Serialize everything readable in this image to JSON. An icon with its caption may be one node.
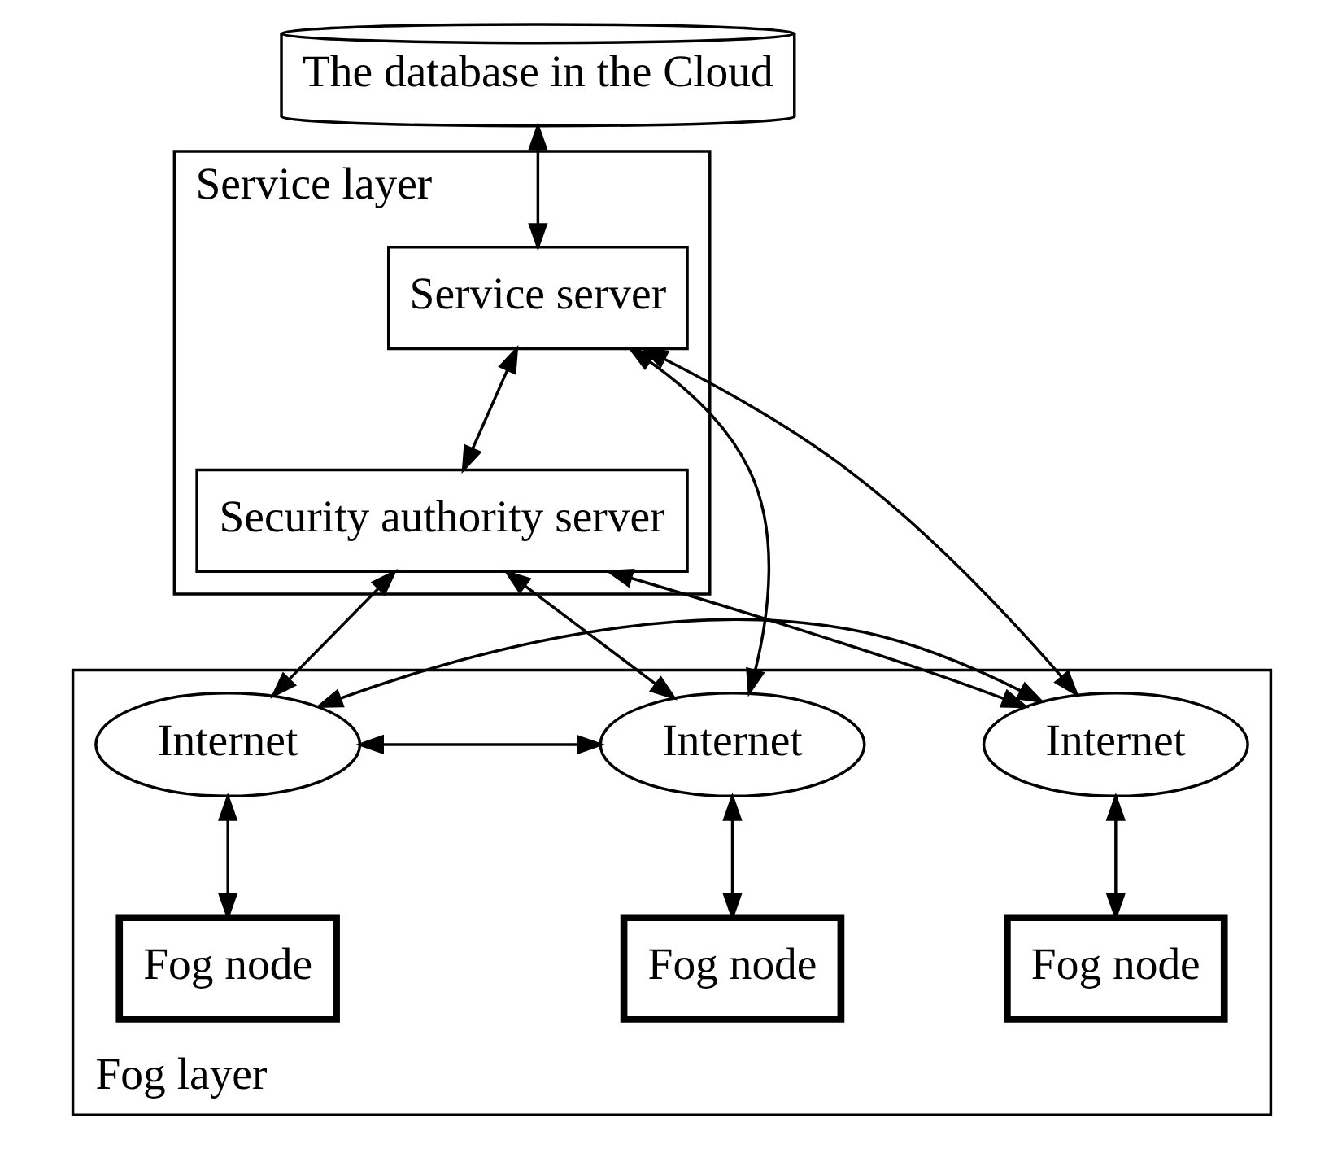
{
  "diagram": {
    "nodes": [
      {
        "text": [
          "The database in the Cloud"
        ]
      },
      {
        "text": [
          "Service layer"
        ]
      },
      {
        "text": [
          "Service server"
        ],
        "in": 1
      },
      {
        "text": [
          "Security authority server"
        ],
        "in": 1
      },
      {
        "text": [
          "Fog layer"
        ]
      },
      {
        "text": [
          "Internet"
        ],
        "in": 4
      },
      {
        "text": [
          "Internet"
        ],
        "in": 4
      },
      {
        "text": [
          "Internet"
        ],
        "in": 4
      },
      {
        "text": [
          "Fog node"
        ],
        "in": 4
      },
      {
        "text": [
          "Fog node"
        ],
        "in": 4
      },
      {
        "text": [
          "Fog node"
        ],
        "in": 4
      }
    ],
    "edges": [
      {
        "from": 0,
        "to": 2,
        "arrow": "both"
      },
      {
        "from": 2,
        "to": 3,
        "arrow": "both"
      },
      {
        "from": 2,
        "to": 5,
        "arrow": "both"
      },
      {
        "from": 2,
        "to": 7,
        "arrow": "both"
      },
      {
        "from": 3,
        "to": 5,
        "arrow": "both"
      },
      {
        "from": 3,
        "to": 6,
        "arrow": "both"
      },
      {
        "from": 3,
        "to": 7,
        "arrow": "both"
      },
      {
        "from": 5,
        "to": 6,
        "arrow": "both"
      },
      {
        "from": 6,
        "to": 7,
        "arrow": "both"
      },
      {
        "from": 5,
        "to": 8,
        "arrow": "both"
      },
      {
        "from": 6,
        "to": 9,
        "arrow": "both"
      },
      {
        "from": 7,
        "to": 10,
        "arrow": "both"
      }
    ]
  }
}
